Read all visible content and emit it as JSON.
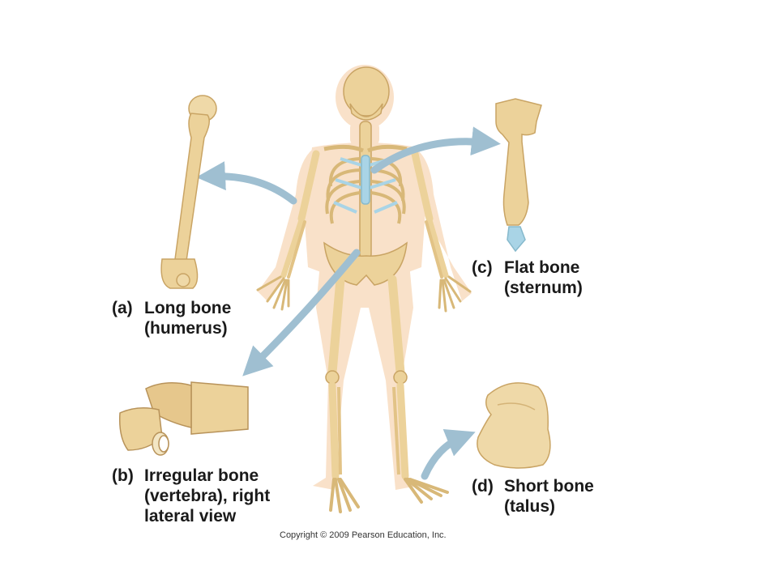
{
  "labels": {
    "a": {
      "tag": "(a)",
      "line1": "Long bone",
      "line2": "(humerus)"
    },
    "b": {
      "tag": "(b)",
      "line1": "Irregular bone",
      "line2": "(vertebra), right",
      "line3": "lateral view"
    },
    "c": {
      "tag": "(c)",
      "line1": "Flat bone",
      "line2": "(sternum)"
    },
    "d": {
      "tag": "(d)",
      "line1": "Short bone",
      "line2": "(talus)"
    }
  },
  "copyright": "Copyright © 2009 Pearson Education, Inc.",
  "colors": {
    "bone": "#ecd29a",
    "bone_shade": "#c9a464",
    "skin": "#f8dcc0",
    "cartilage": "#a9d4e6",
    "arrow": "#9fbfd1"
  }
}
